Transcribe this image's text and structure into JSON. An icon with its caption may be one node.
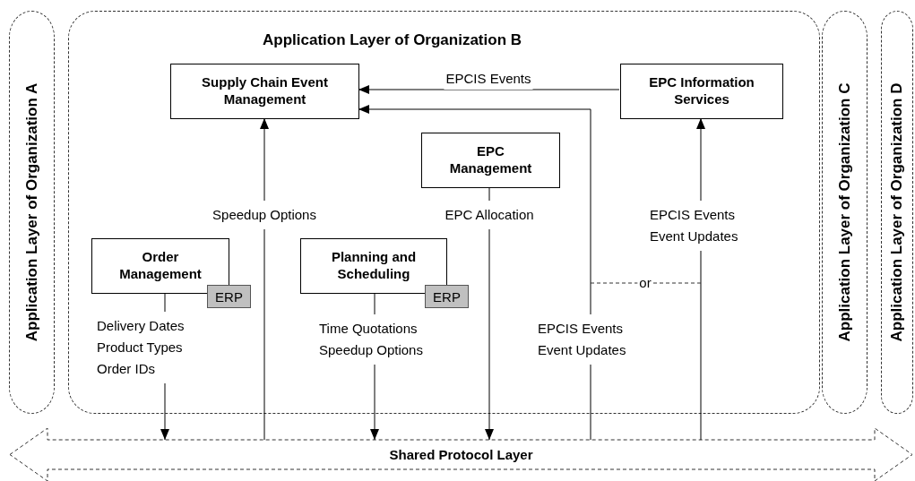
{
  "diagram": {
    "nodes": [
      {
        "text": [
          "Application Layer of Organization A"
        ]
      },
      {
        "text": [
          "Application Layer of Organization B"
        ]
      },
      {
        "text": [
          "Supply Chain Event Management"
        ],
        "in": 1
      },
      {
        "text": [
          "EPC Information Services"
        ],
        "in": 1
      },
      {
        "text": [
          "EPC Management"
        ],
        "in": 1
      },
      {
        "text": [
          "Order Management"
        ],
        "in": 1
      },
      {
        "text": [
          "ERP"
        ],
        "in": 1
      },
      {
        "text": [
          "Planning and Scheduling"
        ],
        "in": 1
      },
      {
        "text": [
          "ERP"
        ],
        "in": 1
      },
      {
        "text": [
          "Application Layer of Organization C"
        ]
      },
      {
        "text": [
          "Application Layer of Organization D"
        ]
      },
      {
        "text": [
          "Shared Protocol Layer"
        ]
      }
    ],
    "edges": [
      {
        "from": 3,
        "to": 2,
        "arrow": "to",
        "label": "EPCIS Events"
      },
      {
        "from": 11,
        "to": 2,
        "arrow": "to",
        "label": "Speedup Options"
      },
      {
        "from": 4,
        "to": 11,
        "arrow": "to",
        "label": "EPC Allocation"
      },
      {
        "from": 5,
        "to": 11,
        "arrow": "to",
        "label": "Delivery Dates Product Types Order IDs"
      },
      {
        "from": 7,
        "to": 11,
        "arrow": "to",
        "label": "Time Quotations Speedup Options"
      },
      {
        "from": 11,
        "to": 2,
        "arrow": "to",
        "label": "EPCIS Events Event Updates"
      },
      {
        "from": 11,
        "to": 3,
        "arrow": "to",
        "label": "EPCIS Events Event Updates"
      }
    ],
    "labels": [
      "or"
    ]
  }
}
